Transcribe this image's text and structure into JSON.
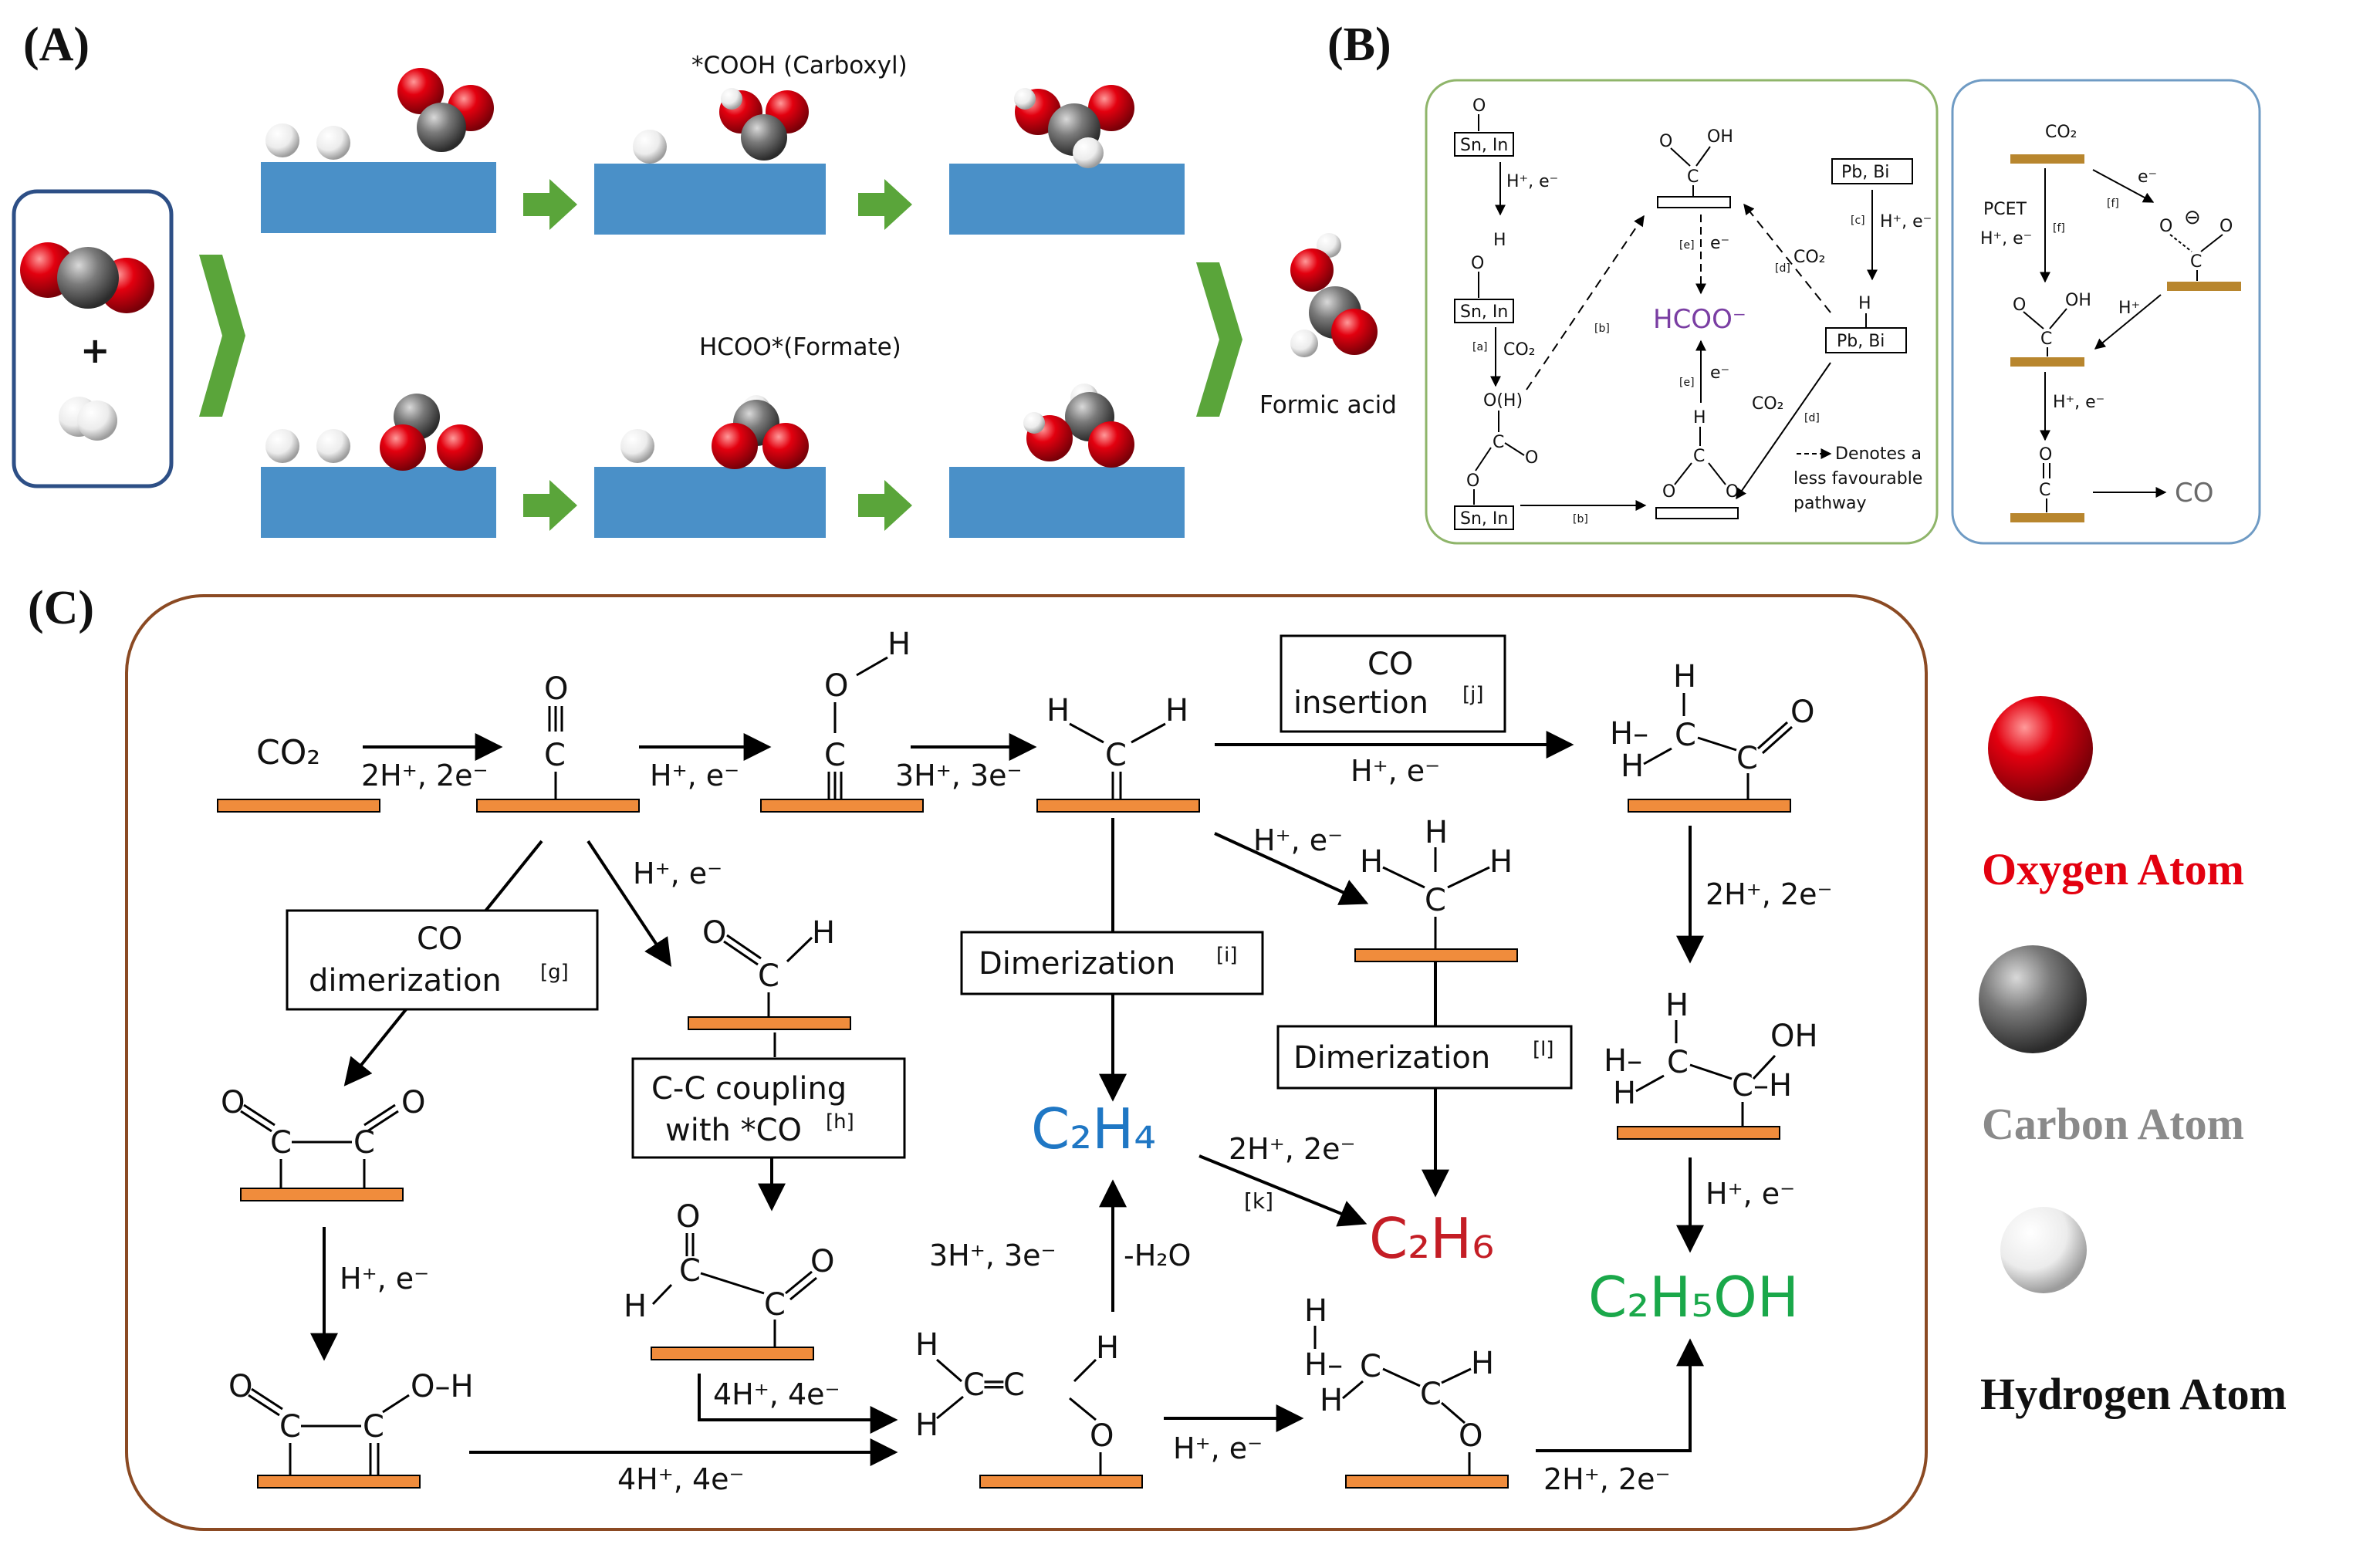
{
  "panel_a": {
    "label": "(A)",
    "carboxyl_label": "*COOH (Carboxyl)",
    "formate_label": "HCOO*(Formate)",
    "plus": "+",
    "product_label": "Formic acid"
  },
  "panel_b": {
    "label": "(B)",
    "sn_in": "Sn, In",
    "pb_bi": "Pb, Bi",
    "o": "O",
    "h": "H",
    "oh": "OH",
    "oh_paren": "O(H)",
    "c": "C",
    "h_e": "H⁺, e⁻",
    "co2": "CO₂",
    "e": "e⁻",
    "hcoo": "HCOO⁻",
    "step_a": "[a]",
    "step_b": "[b]",
    "step_c": "[c]",
    "step_d": "[d]",
    "step_e": "[e]",
    "step_f": "[f]",
    "legend_line1": "Denotes a",
    "legend_line2": "less favourable",
    "legend_line3": "pathway",
    "pcet": "PCET",
    "h_plus": "H⁺",
    "co": "CO",
    "minus": "⊖"
  },
  "panel_c": {
    "label": "(C)",
    "co2": "CO₂",
    "o": "O",
    "c": "C",
    "h": "H",
    "oh": "OH",
    "h_minus": "H–",
    "dash_h": "–H",
    "oh_dash": "O–H",
    "c_eq_c": "C═C",
    "step_2h2e": "2H⁺, 2e⁻",
    "step_he": "H⁺, e⁻",
    "step_3h3e": "3H⁺, 3e⁻",
    "step_4h4e": "4H⁺, 4e⁻",
    "co_insertion_line1": "CO",
    "co_insertion_line2": "insertion",
    "sup_j": "[j]",
    "co_dimer_line1": "CO",
    "co_dimer_line2": "dimerization",
    "sup_g": "[g]",
    "dimerization": "Dimerization",
    "sup_i": "[i]",
    "sup_l": "[l]",
    "cc_coupling_line1": "C-C coupling",
    "cc_coupling_line2": "with *CO",
    "sup_h": "[h]",
    "c2h4": "C₂H₄",
    "c2h6": "C₂H₆",
    "c2h5oh": "C₂H₅OH",
    "step_k": "[k]",
    "minus_h2o": "-H₂O"
  },
  "legend": {
    "oxygen": "Oxygen Atom",
    "carbon": "Carbon Atom",
    "hydrogen": "Hydrogen Atom"
  },
  "colors": {
    "oxygen": "#e3000f",
    "carbon": "#7a7a7a",
    "hydrogen": "#f2f2f2",
    "surface_blue": "#4a90c8",
    "green_arrow": "#5aa53a",
    "orange_bar": "#f08c3c",
    "gold_bar": "#b8862e",
    "c2h4_blue": "#1f77c4",
    "c2h6_red": "#c41d25",
    "c2h5oh_green": "#1aa84a",
    "hcoo_purple": "#7a3ea3",
    "frame_brown": "#8b4a23",
    "frame_green": "#8fb56a",
    "frame_blue": "#6f9bc4"
  }
}
